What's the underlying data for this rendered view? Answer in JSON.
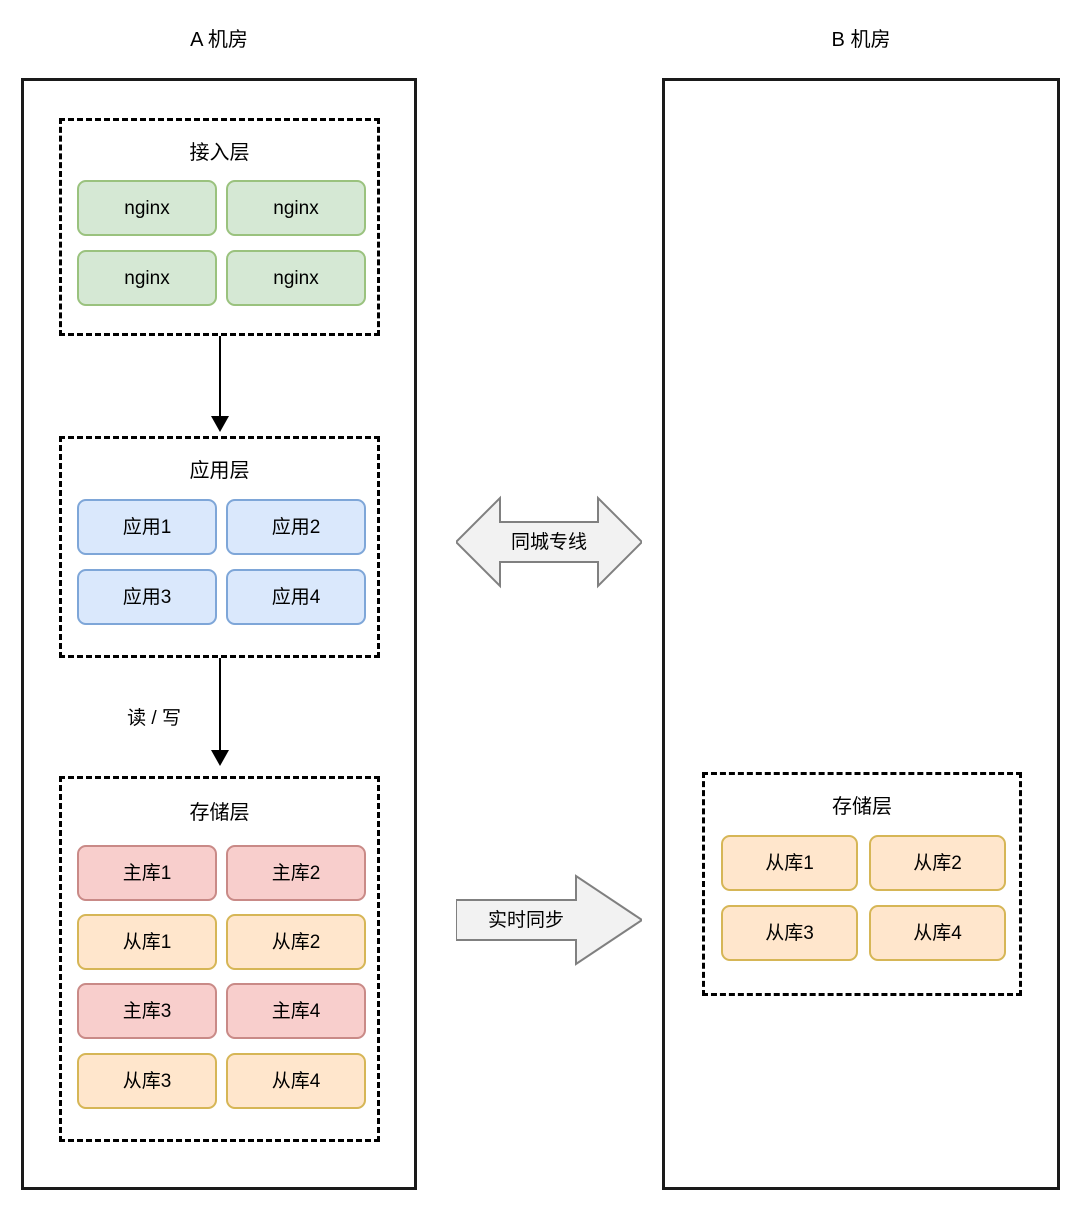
{
  "diagram": {
    "datacenters": [
      {
        "id": "a",
        "title": "A 机房",
        "layers": [
          {
            "id": "access",
            "title": "接入层",
            "nodes": [
              {
                "label": "nginx",
                "color": "green"
              },
              {
                "label": "nginx",
                "color": "green"
              },
              {
                "label": "nginx",
                "color": "green"
              },
              {
                "label": "nginx",
                "color": "green"
              }
            ]
          },
          {
            "id": "app",
            "title": "应用层",
            "nodes": [
              {
                "label": "应用1",
                "color": "blue"
              },
              {
                "label": "应用2",
                "color": "blue"
              },
              {
                "label": "应用3",
                "color": "blue"
              },
              {
                "label": "应用4",
                "color": "blue"
              }
            ]
          },
          {
            "id": "storage",
            "title": "存储层",
            "nodes": [
              {
                "label": "主库1",
                "color": "red"
              },
              {
                "label": "主库2",
                "color": "red"
              },
              {
                "label": "从库1",
                "color": "yellow"
              },
              {
                "label": "从库2",
                "color": "yellow"
              },
              {
                "label": "主库3",
                "color": "red"
              },
              {
                "label": "主库4",
                "color": "red"
              },
              {
                "label": "从库3",
                "color": "yellow"
              },
              {
                "label": "从库4",
                "color": "yellow"
              }
            ]
          }
        ]
      },
      {
        "id": "b",
        "title": "B 机房",
        "layers": [
          {
            "id": "storage",
            "title": "存储层",
            "nodes": [
              {
                "label": "从库1",
                "color": "yellow"
              },
              {
                "label": "从库2",
                "color": "yellow"
              },
              {
                "label": "从库3",
                "color": "yellow"
              },
              {
                "label": "从库4",
                "color": "yellow"
              }
            ]
          }
        ]
      }
    ],
    "connectors": [
      {
        "id": "access-to-app",
        "label": ""
      },
      {
        "id": "app-to-storage",
        "label": "读 / 写"
      }
    ],
    "cross_links": [
      {
        "id": "dedicated-line",
        "label": "同城专线",
        "direction": "bidirectional"
      },
      {
        "id": "realtime-sync",
        "label": "实时同步",
        "direction": "right"
      }
    ],
    "colors": {
      "green_fill": "#d5e8d4",
      "green_stroke": "#9ac27e",
      "blue_fill": "#dae8fc",
      "blue_stroke": "#7ea6d8",
      "red_fill": "#f8cecc",
      "red_stroke": "#c98a87",
      "yellow_fill": "#ffe6cc",
      "yellow_stroke": "#d6b656",
      "frame_stroke": "#1a1a1a",
      "arrow_fill": "#f2f2f2",
      "arrow_stroke": "#808080"
    }
  }
}
